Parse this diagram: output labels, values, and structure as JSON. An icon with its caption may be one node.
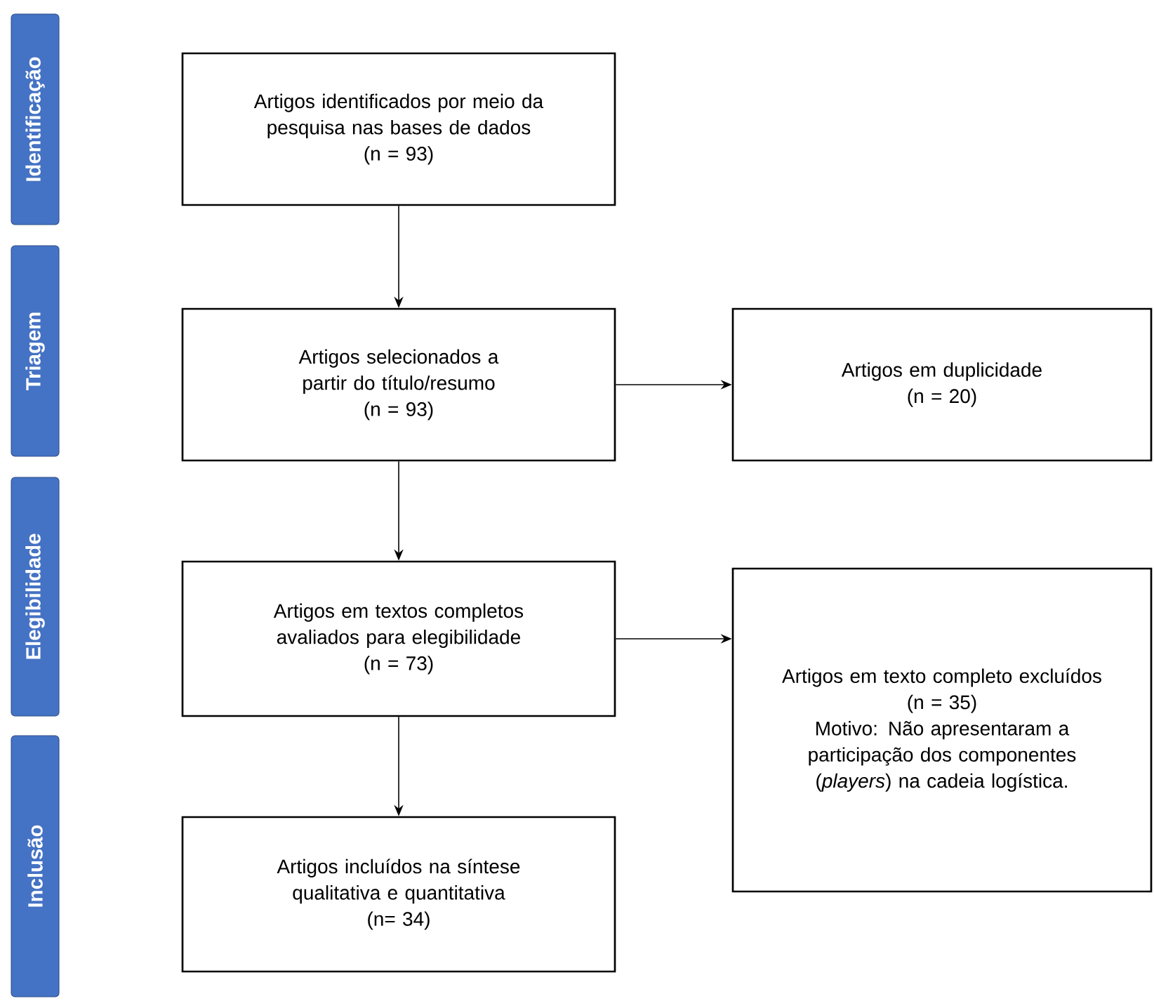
{
  "diagram": {
    "nodes": [
      {
        "text": [
          "Identificação"
        ]
      },
      {
        "text": [
          "Triagem"
        ]
      },
      {
        "text": [
          "Elegibilidade"
        ]
      },
      {
        "text": [
          "Inclusão"
        ]
      },
      {
        "text": [
          "Artigos identificados por meio da pesquisa nas bases de dados",
          "(n = 93)"
        ]
      },
      {
        "text": [
          "Artigos selecionados a partir do título/resumo",
          "(n = 93)"
        ]
      },
      {
        "text": [
          "Artigos em duplicidade",
          "(n = 20)"
        ]
      },
      {
        "text": [
          "Artigos em textos completos avaliados para elegibilidade",
          "(n = 73)"
        ]
      },
      {
        "text": [
          "Artigos em texto completo excluídos",
          "(n = 35)",
          "Motivo: Não apresentaram a participação dos componentes (*players*) na cadeia logística."
        ]
      },
      {
        "text": [
          "Artigos incluídos na síntese qualitativa e quantitativa",
          "(n= 34)"
        ]
      }
    ],
    "edges": [
      {
        "from": 4,
        "to": 5,
        "arrow": "to"
      },
      {
        "from": 5,
        "to": 6,
        "arrow": "to"
      },
      {
        "from": 5,
        "to": 7,
        "arrow": "to"
      },
      {
        "from": 7,
        "to": 8,
        "arrow": "to"
      },
      {
        "from": 7,
        "to": 9,
        "arrow": "to"
      }
    ]
  }
}
